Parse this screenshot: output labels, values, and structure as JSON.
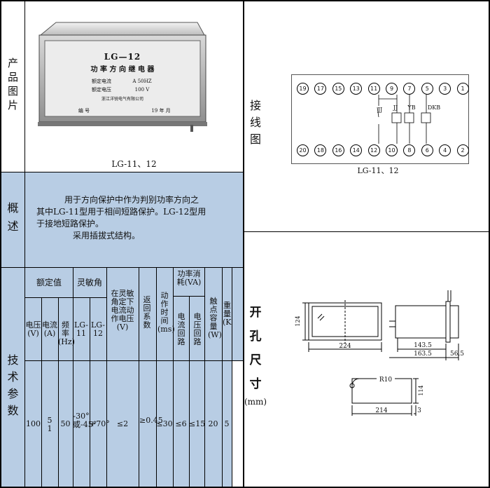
{
  "labels": {
    "product_photo": [
      "产",
      "品",
      "图",
      "片"
    ],
    "overview": [
      "概",
      "述"
    ],
    "tech_params": [
      "技",
      "术",
      "参",
      "数"
    ],
    "wiring": [
      "接",
      "线",
      "图"
    ],
    "cutout": [
      "开",
      "孔",
      "尺",
      "寸"
    ],
    "cutout_unit": "(mm)"
  },
  "photo": {
    "device_title": "LG—12",
    "device_name": "功 率 方 向 继 电 器",
    "spec_line1_label": "额定电流",
    "spec_line1_value": "A 50HZ",
    "spec_line2_label": "额定电压",
    "spec_line2_value": "100  V",
    "serial_label": "编 号",
    "date_label": "19   年   月",
    "maker": "浙江洋锐电气有限公司",
    "caption": "LG-11、12"
  },
  "overview": {
    "line1": "用于方向保护中作为判别功率方向之",
    "line2": "其中LG-11型用于相间短路保护。LG-12型用",
    "line3": "于接地短路保护。",
    "line4": "采用插拔式结构。"
  },
  "params": {
    "h_rated": "额定值",
    "h_sens": "灵敏角",
    "h_rated_v": "电压(V)",
    "h_rated_a": "电流(A)",
    "h_rated_hz": "频率(Hz)",
    "h_lg11": "LG-11",
    "h_lg12": "LG-12",
    "h_sens_voltage": "在灵敏角定下电流动作电压(V)",
    "h_return": "返回系数",
    "h_time": "动作时间(ms)",
    "h_power": "功率消耗(VA)",
    "h_power_current": "电流回路",
    "h_power_voltage": "电压回路",
    "h_contact": "触点容量(W)",
    "h_weight": "重量(Kg)",
    "v_voltage": "100",
    "v_current": "5 1",
    "v_freq": "50",
    "v_lg11": "-30°或-45°",
    "v_lg12": "+70°",
    "v_sens_voltage": "≤2",
    "v_return": "≥0.45",
    "v_time": "≤30",
    "v_power_current": "≤6",
    "v_power_voltage": "≤15",
    "v_contact": "20",
    "v_weight": "5"
  },
  "wiring": {
    "top_terminals": [
      "19",
      "17",
      "15",
      "13",
      "11",
      "9",
      "7",
      "5",
      "3",
      "1"
    ],
    "bottom_terminals": [
      "20",
      "18",
      "16",
      "14",
      "12",
      "10",
      "8",
      "6",
      "4",
      "2"
    ],
    "jj_left": "JJ",
    "jj": "JJ",
    "yb": "YB",
    "dkb": "DKB",
    "caption": "LG-11、12"
  },
  "cutout": {
    "dim_height": "124",
    "dim_width": "224",
    "dim_depth1": "143.5",
    "dim_depth2": "163.5",
    "dim_depth3": "56.5",
    "dim_radius": "R10",
    "dim_hole_height": "114",
    "dim_hole_width": "214",
    "dim_offset": "3"
  }
}
